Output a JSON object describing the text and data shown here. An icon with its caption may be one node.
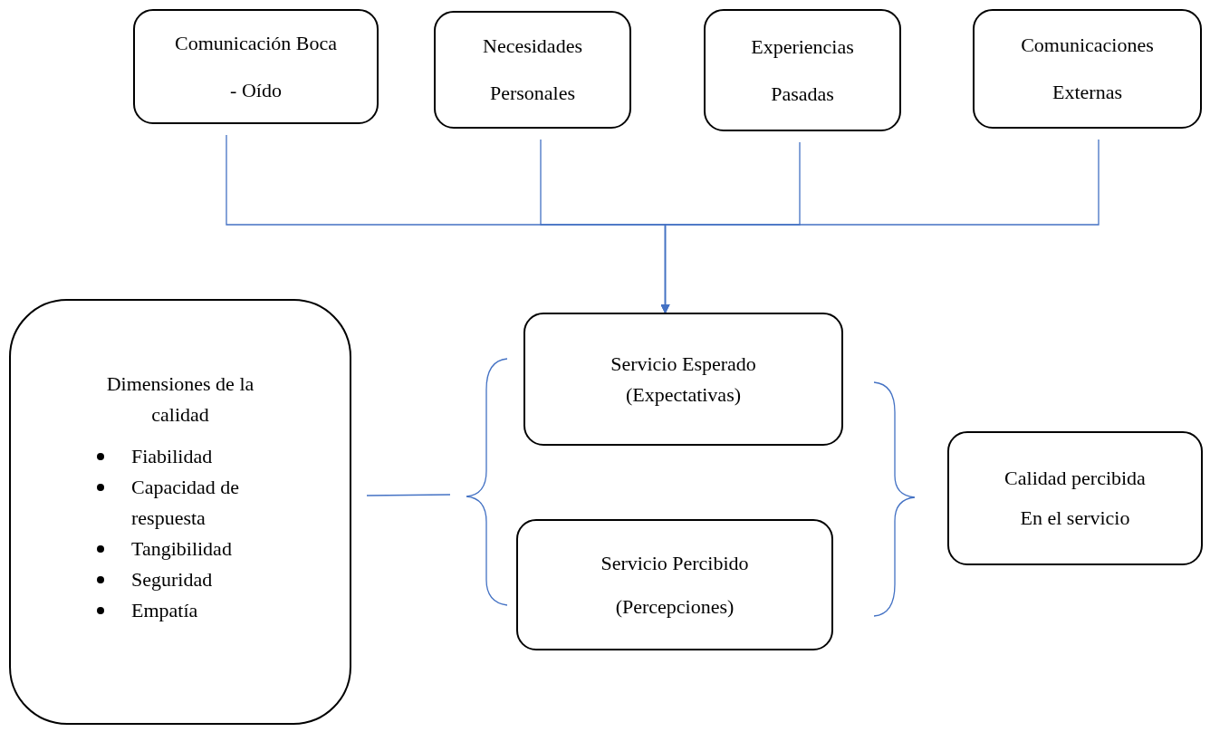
{
  "diagram": {
    "nodes": [
      {
        "text": [
          "Comunicación Boca - Oído"
        ]
      },
      {
        "text": [
          "Necesidades Personales"
        ]
      },
      {
        "text": [
          "Experiencias Pasadas"
        ]
      },
      {
        "text": [
          "Comunicaciones Externas"
        ]
      },
      {
        "text": [
          "Dimensiones de la calidad",
          "Fiabilidad",
          "Capacidad de respuesta",
          "Tangibilidad",
          "Seguridad",
          "Empatía"
        ]
      },
      {
        "text": [
          "Servicio Esperado",
          "(Expectativas)"
        ]
      },
      {
        "text": [
          "Servicio Percibido",
          "(Percepciones)"
        ]
      },
      {
        "text": [
          "Calidad percibida",
          "En el servicio"
        ]
      }
    ],
    "edges": [
      {
        "from": 0,
        "to": 5,
        "arrow": "to"
      },
      {
        "from": 1,
        "to": 5,
        "arrow": "to"
      },
      {
        "from": 2,
        "to": 5,
        "arrow": "to"
      },
      {
        "from": 3,
        "to": 5,
        "arrow": "to"
      },
      {
        "from": 4,
        "to": null,
        "arrow": "none"
      }
    ]
  }
}
